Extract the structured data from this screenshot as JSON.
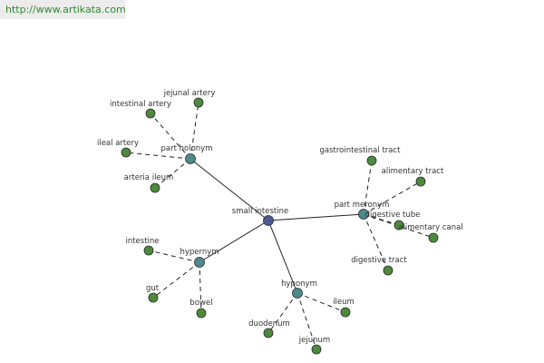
{
  "source_url": "http://www.artikata.com",
  "colors": {
    "center": "#4b5a92",
    "relation": "#4f8a8b",
    "term": "#4d8a3c",
    "url_text": "#2f8a2f"
  },
  "nodes": [
    {
      "id": "small-intestine",
      "label": "small intestine",
      "kind": "center"
    },
    {
      "id": "part-holonym",
      "label": "part holonym",
      "kind": "relation"
    },
    {
      "id": "part-meronym",
      "label": "part meronym",
      "kind": "relation"
    },
    {
      "id": "hypernym",
      "label": "hypernym",
      "kind": "relation"
    },
    {
      "id": "hyponym",
      "label": "hyponym",
      "kind": "relation"
    },
    {
      "id": "jejunal-artery",
      "label": "jejunal artery",
      "kind": "term"
    },
    {
      "id": "intestinal-artery",
      "label": "intestinal artery",
      "kind": "term"
    },
    {
      "id": "ileal-artery",
      "label": "ileal artery",
      "kind": "term"
    },
    {
      "id": "arteria-ileum",
      "label": "arteria ileum",
      "kind": "term"
    },
    {
      "id": "gastrointestinal-tract",
      "label": "gastrointestinal tract",
      "kind": "term"
    },
    {
      "id": "alimentary-tract",
      "label": "alimentary tract",
      "kind": "term"
    },
    {
      "id": "digestive-tube",
      "label": "digestive tube",
      "kind": "term"
    },
    {
      "id": "alimentary-canal",
      "label": "alimentary canal",
      "kind": "term"
    },
    {
      "id": "digestive-tract",
      "label": "digestive tract",
      "kind": "term"
    },
    {
      "id": "intestine",
      "label": "intestine",
      "kind": "term"
    },
    {
      "id": "gut",
      "label": "gut",
      "kind": "term"
    },
    {
      "id": "bowel",
      "label": "bowel",
      "kind": "term"
    },
    {
      "id": "ileum",
      "label": "ileum",
      "kind": "term"
    },
    {
      "id": "duodenum",
      "label": "duodenum",
      "kind": "term"
    },
    {
      "id": "jejunum",
      "label": "jejunum",
      "kind": "term"
    }
  ],
  "edges": [
    {
      "from": "small-intestine",
      "to": "part-holonym",
      "style": "solid"
    },
    {
      "from": "small-intestine",
      "to": "part-meronym",
      "style": "solid"
    },
    {
      "from": "small-intestine",
      "to": "hypernym",
      "style": "solid"
    },
    {
      "from": "small-intestine",
      "to": "hyponym",
      "style": "solid"
    },
    {
      "from": "part-holonym",
      "to": "jejunal-artery",
      "style": "dashed"
    },
    {
      "from": "part-holonym",
      "to": "intestinal-artery",
      "style": "dashed"
    },
    {
      "from": "part-holonym",
      "to": "ileal-artery",
      "style": "dashed"
    },
    {
      "from": "part-holonym",
      "to": "arteria-ileum",
      "style": "dashed"
    },
    {
      "from": "part-meronym",
      "to": "gastrointestinal-tract",
      "style": "dashed"
    },
    {
      "from": "part-meronym",
      "to": "alimentary-tract",
      "style": "dashed"
    },
    {
      "from": "part-meronym",
      "to": "digestive-tube",
      "style": "dashed"
    },
    {
      "from": "part-meronym",
      "to": "alimentary-canal",
      "style": "dashed"
    },
    {
      "from": "part-meronym",
      "to": "digestive-tract",
      "style": "dashed"
    },
    {
      "from": "hypernym",
      "to": "intestine",
      "style": "dashed"
    },
    {
      "from": "hypernym",
      "to": "gut",
      "style": "dashed"
    },
    {
      "from": "hypernym",
      "to": "bowel",
      "style": "dashed"
    },
    {
      "from": "hyponym",
      "to": "ileum",
      "style": "dashed"
    },
    {
      "from": "hyponym",
      "to": "duodenum",
      "style": "dashed"
    },
    {
      "from": "hyponym",
      "to": "jejunum",
      "style": "dashed"
    }
  ]
}
